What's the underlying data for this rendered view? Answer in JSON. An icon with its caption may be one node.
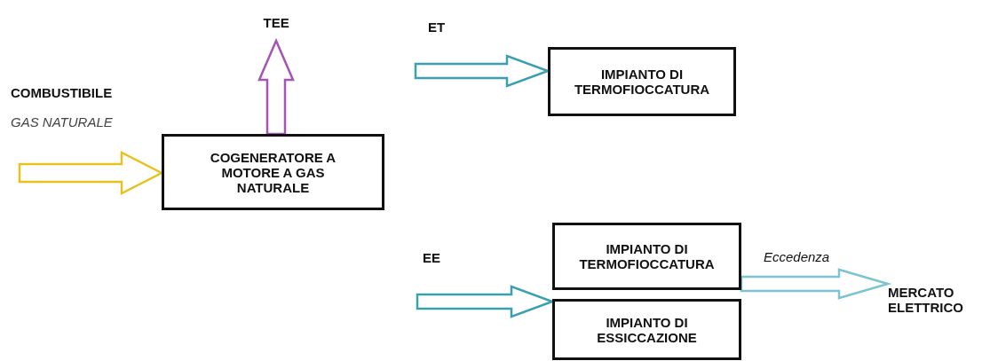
{
  "diagram": {
    "nodes": [
      {
        "text": [
          "COGENERATORE A MOTORE A GAS NATURALE"
        ]
      },
      {
        "text": [
          "IMPIANTO DI TERMOFIOCCATURA"
        ]
      },
      {
        "text": [
          "IMPIANTO DI TERMOFIOCCATURA"
        ]
      },
      {
        "text": [
          "IMPIANTO DI ESSICCAZIONE"
        ]
      },
      {
        "text": [
          "MERCATO ELETTRICO"
        ]
      }
    ],
    "edges": [
      {
        "from": null,
        "to": 0,
        "arrow": "to",
        "color": "#e8c21c"
      },
      {
        "from": 0,
        "to": null,
        "arrow": "to",
        "label": "TEE",
        "color": "#a455b5"
      },
      {
        "from": null,
        "to": 1,
        "arrow": "to",
        "label": "ET"
      },
      {
        "from": null,
        "to": 3,
        "arrow": "to",
        "label": "EE"
      },
      {
        "from": 2,
        "to": 4,
        "arrow": "to",
        "label": "Eccedenza",
        "color": "#7cc4cf"
      }
    ],
    "labels": [
      "COMBUSTIBILE",
      "GAS NATURALE"
    ]
  }
}
